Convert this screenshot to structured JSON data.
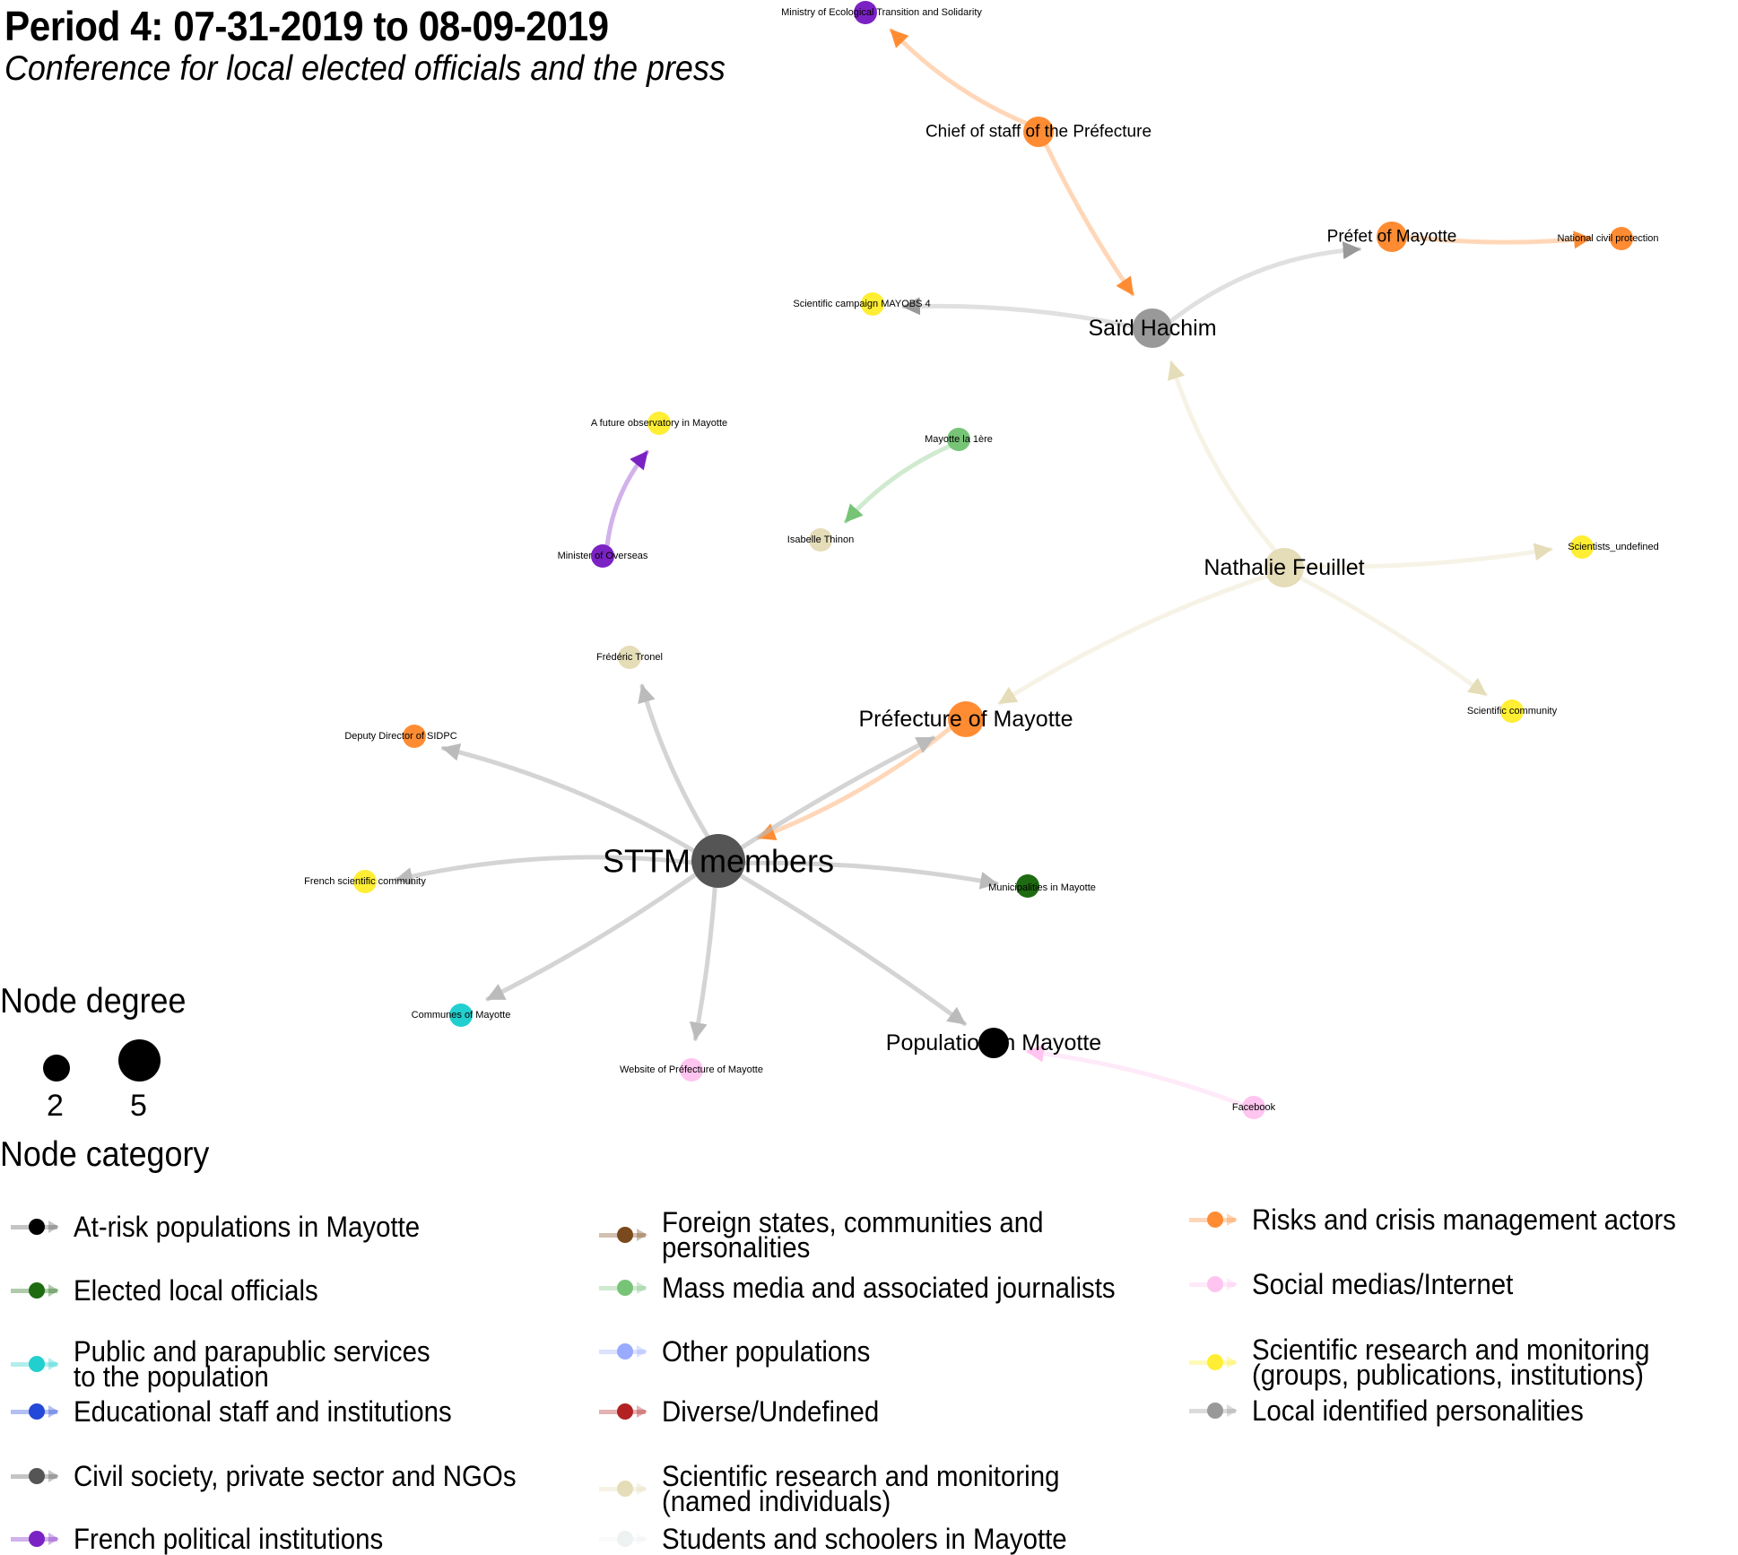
{
  "header": {
    "title": "Period 4: 07-31-2019 to 08-09-2019",
    "subtitle": "Conference for local elected officials and the press"
  },
  "categories": {
    "at_risk": {
      "label": "At-risk populations in Mayotte",
      "color": "#000000"
    },
    "elected": {
      "label": "Elected local officials",
      "color": "#1e6b12"
    },
    "public_services": {
      "label": "Public and parapublic services\nto the population",
      "color": "#22cfcf"
    },
    "educational": {
      "label": "Educational staff and institutions",
      "color": "#2448d8"
    },
    "civil_society": {
      "label": "Civil society, private sector and NGOs",
      "color": "#555555"
    },
    "french_political": {
      "label": "French political institutions",
      "color": "#7b22c4"
    },
    "foreign": {
      "label": "Foreign states, communities and\npersonalities",
      "color": "#7a4a1e"
    },
    "mass_media": {
      "label": "Mass media and associated journalists",
      "color": "#77c477"
    },
    "other_pop": {
      "label": "Other populations",
      "color": "#99aaff"
    },
    "diverse": {
      "label": "Diverse/Undefined",
      "color": "#b22222"
    },
    "sci_named": {
      "label": "Scientific research and monitoring\n(named individuals)",
      "color": "#e5dcb8"
    },
    "students": {
      "label": "Students and schoolers in Mayotte",
      "color": "#eef1f2"
    },
    "risk_crisis": {
      "label": "Risks and crisis management actors",
      "color": "#ff8c33"
    },
    "social_media": {
      "label": "Social medias/Internet",
      "color": "#ffc4ef"
    },
    "sci_groups": {
      "label": "Scientific research and monitoring\n(groups, publications, institutions)",
      "color": "#ffee33"
    },
    "local_personalities": {
      "label": "Local identified personalities",
      "color": "#999999"
    }
  },
  "legend": {
    "degree_title": "Node degree",
    "degree_values": [
      "2",
      "5"
    ],
    "category_title": "Node category",
    "columns": [
      [
        "at_risk",
        "elected",
        "public_services",
        "educational",
        "civil_society",
        "french_political"
      ],
      [
        "foreign",
        "mass_media",
        "other_pop",
        "diverse",
        "sci_named",
        "students"
      ],
      [
        "risk_crisis",
        "social_media",
        "sci_groups",
        "local_personalities"
      ]
    ]
  },
  "chart_data": {
    "type": "network",
    "title": "Period 4: 07-31-2019 to 08-09-2019",
    "subtitle": "Conference for local elected officials and the press",
    "nodes": [
      {
        "id": "ministry_eco",
        "label": "Ministry of Ecological Transition and Solidarity",
        "category": "french_political",
        "degree": 1,
        "label_size": "small"
      },
      {
        "id": "chief_staff",
        "label": "Chief of staff of the Préfecture",
        "category": "risk_crisis",
        "degree": 2,
        "label_size": "medium"
      },
      {
        "id": "prefet",
        "label": "Préfet of Mayotte",
        "category": "risk_crisis",
        "degree": 2,
        "label_size": "medium"
      },
      {
        "id": "civil_protection",
        "label": "National civil protection",
        "category": "risk_crisis",
        "degree": 1,
        "label_size": "small"
      },
      {
        "id": "mayobs4",
        "label": "Scientific campaign MAYOBS 4",
        "category": "sci_groups",
        "degree": 1,
        "label_size": "small"
      },
      {
        "id": "said",
        "label": "Saïd Hachim",
        "category": "local_personalities",
        "degree": 4,
        "label_size": "large"
      },
      {
        "id": "observatory",
        "label": "A future observatory in Mayotte",
        "category": "sci_groups",
        "degree": 1,
        "label_size": "small"
      },
      {
        "id": "minister_overseas",
        "label": "Minister of Overseas",
        "category": "french_political",
        "degree": 1,
        "label_size": "small"
      },
      {
        "id": "mayotte1",
        "label": "Mayotte la 1ère",
        "category": "mass_media",
        "degree": 1,
        "label_size": "small"
      },
      {
        "id": "thinon",
        "label": "Isabelle Thinon",
        "category": "sci_named",
        "degree": 1,
        "label_size": "small"
      },
      {
        "id": "feuillet",
        "label": "Nathalie Feuillet",
        "category": "sci_named",
        "degree": 4,
        "label_size": "large"
      },
      {
        "id": "sci_undef",
        "label": "Scientists_undefined",
        "category": "sci_groups",
        "degree": 1,
        "label_size": "small"
      },
      {
        "id": "sci_comm",
        "label": "Scientific community",
        "category": "sci_groups",
        "degree": 1,
        "label_size": "small"
      },
      {
        "id": "tronel",
        "label": "Frédéric Tronel",
        "category": "sci_named",
        "degree": 1,
        "label_size": "small"
      },
      {
        "id": "deputy_sidpc",
        "label": "Deputy Director of SIDPC",
        "category": "risk_crisis",
        "degree": 1,
        "label_size": "small"
      },
      {
        "id": "prefecture",
        "label": "Préfecture of Mayotte",
        "category": "risk_crisis",
        "degree": 3,
        "label_size": "large"
      },
      {
        "id": "sttm",
        "label": "STTM members",
        "category": "civil_society",
        "degree": 9,
        "label_size": "xlarge"
      },
      {
        "id": "fr_sci",
        "label": "French scientific community",
        "category": "sci_groups",
        "degree": 1,
        "label_size": "small"
      },
      {
        "id": "municipalities",
        "label": "Municipalities in Mayotte",
        "category": "elected",
        "degree": 1,
        "label_size": "small"
      },
      {
        "id": "communes",
        "label": "Communes of Mayotte",
        "category": "public_services",
        "degree": 1,
        "label_size": "small"
      },
      {
        "id": "website",
        "label": "Website of Préfecture of Mayotte",
        "category": "social_media",
        "degree": 1,
        "label_size": "small"
      },
      {
        "id": "population",
        "label": "Population in Mayotte",
        "category": "at_risk",
        "degree": 2,
        "label_size": "large"
      },
      {
        "id": "facebook",
        "label": "Facebook",
        "category": "social_media",
        "degree": 1,
        "label_size": "small"
      }
    ],
    "edges": [
      {
        "source": "chief_staff",
        "target": "ministry_eco",
        "category": "risk_crisis"
      },
      {
        "source": "chief_staff",
        "target": "said",
        "category": "risk_crisis"
      },
      {
        "source": "said",
        "target": "prefet",
        "category": "local_personalities"
      },
      {
        "source": "said",
        "target": "mayobs4",
        "category": "local_personalities"
      },
      {
        "source": "prefet",
        "target": "civil_protection",
        "category": "risk_crisis"
      },
      {
        "source": "feuillet",
        "target": "said",
        "category": "sci_named"
      },
      {
        "source": "feuillet",
        "target": "sci_undef",
        "category": "sci_named"
      },
      {
        "source": "feuillet",
        "target": "sci_comm",
        "category": "sci_named"
      },
      {
        "source": "feuillet",
        "target": "prefecture",
        "category": "sci_named"
      },
      {
        "source": "minister_overseas",
        "target": "observatory",
        "category": "french_political"
      },
      {
        "source": "mayotte1",
        "target": "thinon",
        "category": "mass_media"
      },
      {
        "source": "prefecture",
        "target": "sttm",
        "category": "risk_crisis"
      },
      {
        "source": "sttm",
        "target": "prefecture",
        "category": "civil_society"
      },
      {
        "source": "sttm",
        "target": "tronel",
        "category": "civil_society"
      },
      {
        "source": "sttm",
        "target": "deputy_sidpc",
        "category": "civil_society"
      },
      {
        "source": "sttm",
        "target": "fr_sci",
        "category": "civil_society"
      },
      {
        "source": "sttm",
        "target": "municipalities",
        "category": "civil_society"
      },
      {
        "source": "sttm",
        "target": "communes",
        "category": "civil_society"
      },
      {
        "source": "sttm",
        "target": "website",
        "category": "civil_society"
      },
      {
        "source": "sttm",
        "target": "population",
        "category": "civil_society"
      },
      {
        "source": "facebook",
        "target": "population",
        "category": "social_media"
      }
    ],
    "legend_placement": "bottom"
  }
}
